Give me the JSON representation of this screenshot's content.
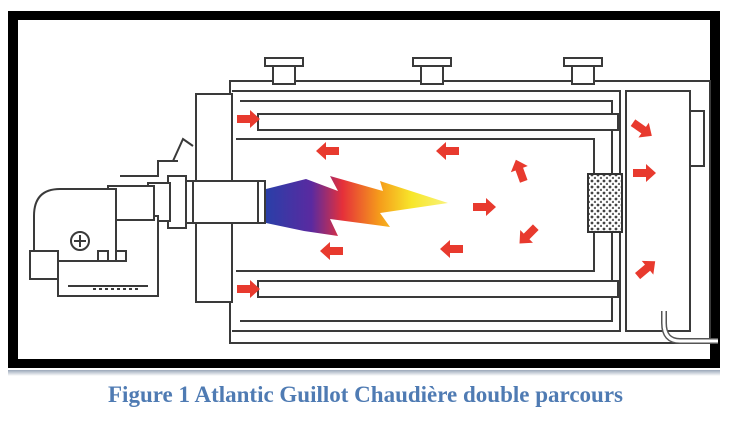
{
  "figure": {
    "caption": "Figure 1 Atlantic Guillot Chaudière double parcours"
  },
  "colors": {
    "frame": "#000000",
    "line": "#3a3a3a",
    "arrow": "#e83a2e",
    "caption": "#4f7bb3",
    "flame_blue": "#2a3fa8",
    "flame_red": "#e5303a",
    "flame_orange": "#f59a1b",
    "flame_yellow": "#f7e62a"
  },
  "icons": [
    "boiler-diagram",
    "burner",
    "flame",
    "flow-arrow",
    "turbulator"
  ]
}
